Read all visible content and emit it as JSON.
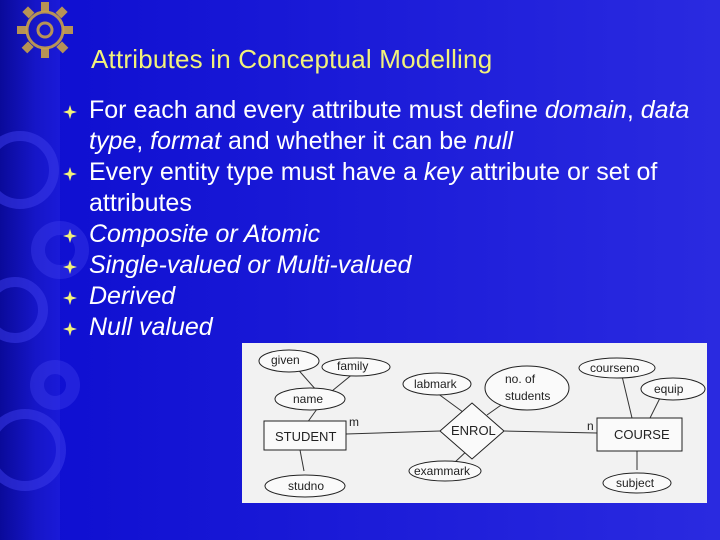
{
  "slide": {
    "title": "Attributes in Conceptual Modelling",
    "bullets": [
      {
        "parts": [
          {
            "text": "For each and every attribute must define ",
            "italic": false
          },
          {
            "text": "domain",
            "italic": true
          },
          {
            "text": ", ",
            "italic": false
          },
          {
            "text": "data type",
            "italic": true
          },
          {
            "text": ", ",
            "italic": false
          },
          {
            "text": "format",
            "italic": true
          },
          {
            "text": " and whether it can be ",
            "italic": false
          },
          {
            "text": "null",
            "italic": true
          }
        ]
      },
      {
        "parts": [
          {
            "text": "Every entity type must have a ",
            "italic": false
          },
          {
            "text": "key",
            "italic": true
          },
          {
            "text": " attribute or set of attributes",
            "italic": false
          }
        ]
      },
      {
        "parts": [
          {
            "text": "Composite or Atomic",
            "italic": true
          }
        ]
      },
      {
        "parts": [
          {
            "text": "Single-valued or Multi-valued",
            "italic": true
          }
        ]
      },
      {
        "parts": [
          {
            "text": "Derived",
            "italic": true
          }
        ]
      },
      {
        "parts": [
          {
            "text": "Null valued",
            "italic": true
          }
        ]
      }
    ]
  },
  "diagram": {
    "attributes": {
      "given": "given",
      "family": "family",
      "name": "name",
      "studno": "studno",
      "labmark": "labmark",
      "exammark": "exammark",
      "no_of_students_line1": "no. of",
      "no_of_students_line2": "students",
      "courseno": "courseno",
      "equip": "equip",
      "subject": "subject"
    },
    "entities": {
      "student": "STUDENT",
      "course": "COURSE"
    },
    "relationship": "ENROL",
    "cardinality": {
      "m": "m",
      "n": "n"
    }
  },
  "colors": {
    "background": "#1a1ad8",
    "title": "#f2f27a",
    "text": "#ffffff",
    "bullet": "#f2f27a",
    "diagram_bg": "#f2f2f2"
  }
}
